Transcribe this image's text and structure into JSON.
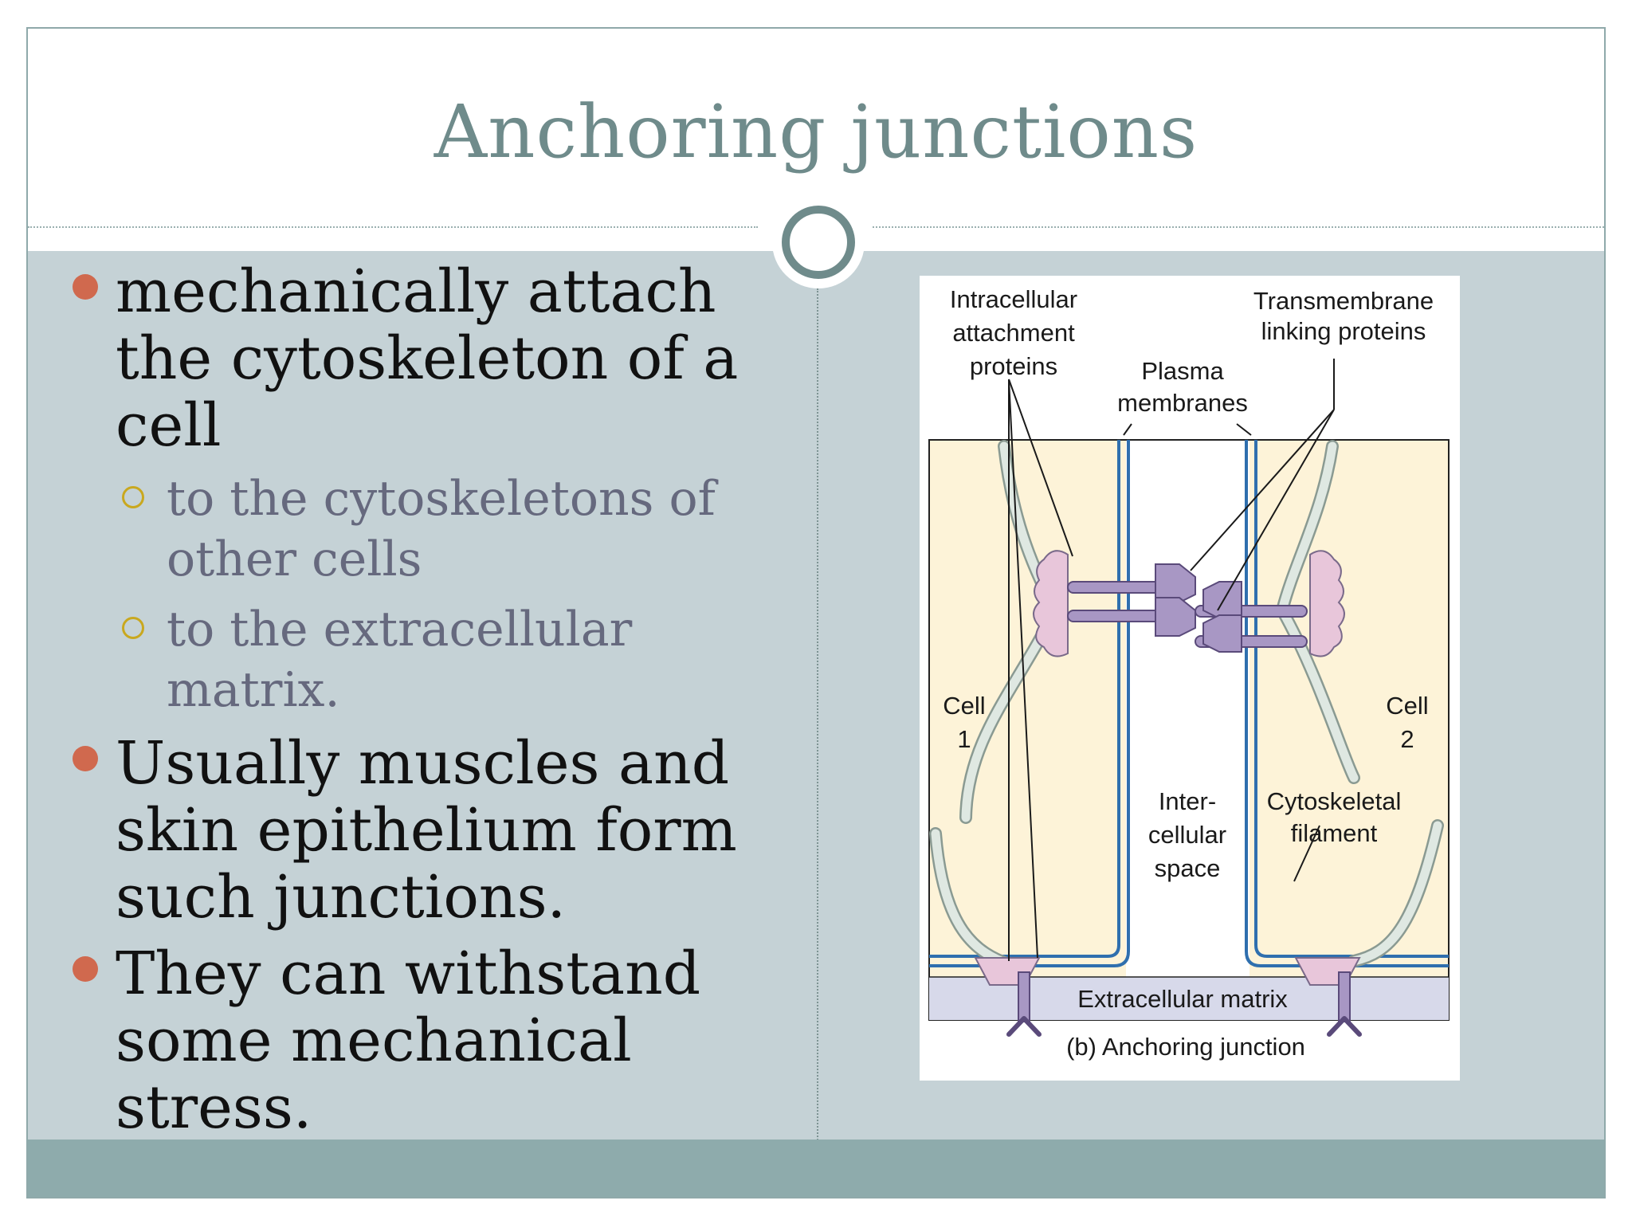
{
  "slide": {
    "title": "Anchoring junctions",
    "bullets": [
      {
        "text": "mechanically attach the cytoskeleton of a cell",
        "sub": [
          "to the cytoskeletons of other cells",
          "to the extracellular matrix."
        ]
      },
      {
        "text": "Usually muscles and skin epithelium form such junctions."
      },
      {
        "text": "They can withstand some mechanical stress."
      }
    ]
  },
  "figure": {
    "labels": {
      "intracellular_1": "Intracellular",
      "intracellular_2": "attachment",
      "intracellular_3": "proteins",
      "transmembrane_1": "Transmembrane",
      "transmembrane_2": "linking proteins",
      "plasma_1": "Plasma",
      "plasma_2": "membranes",
      "cell1_a": "Cell",
      "cell1_b": "1",
      "cell2_a": "Cell",
      "cell2_b": "2",
      "inter_1": "Inter-",
      "inter_2": "cellular",
      "inter_3": "space",
      "cyto_1": "Cytoskeletal",
      "cyto_2": "filament",
      "ecm": "Extracellular matrix",
      "caption": "(b) Anchoring junction"
    },
    "colors": {
      "cytoplasm": "#fdf3d8",
      "membrane": "#2f6fae",
      "attachment_protein": "#e8c6da",
      "linking_protein": "#a897c4",
      "filament": "#dfe8e2",
      "matrix": "#d7d9ea"
    }
  },
  "theme": {
    "title_color": "#6f8b8b",
    "bullet_color": "#d0694e",
    "sub_bullet_color": "#c9a81f",
    "body_bg": "#c5d2d6",
    "footer_bg": "#8eabac"
  }
}
